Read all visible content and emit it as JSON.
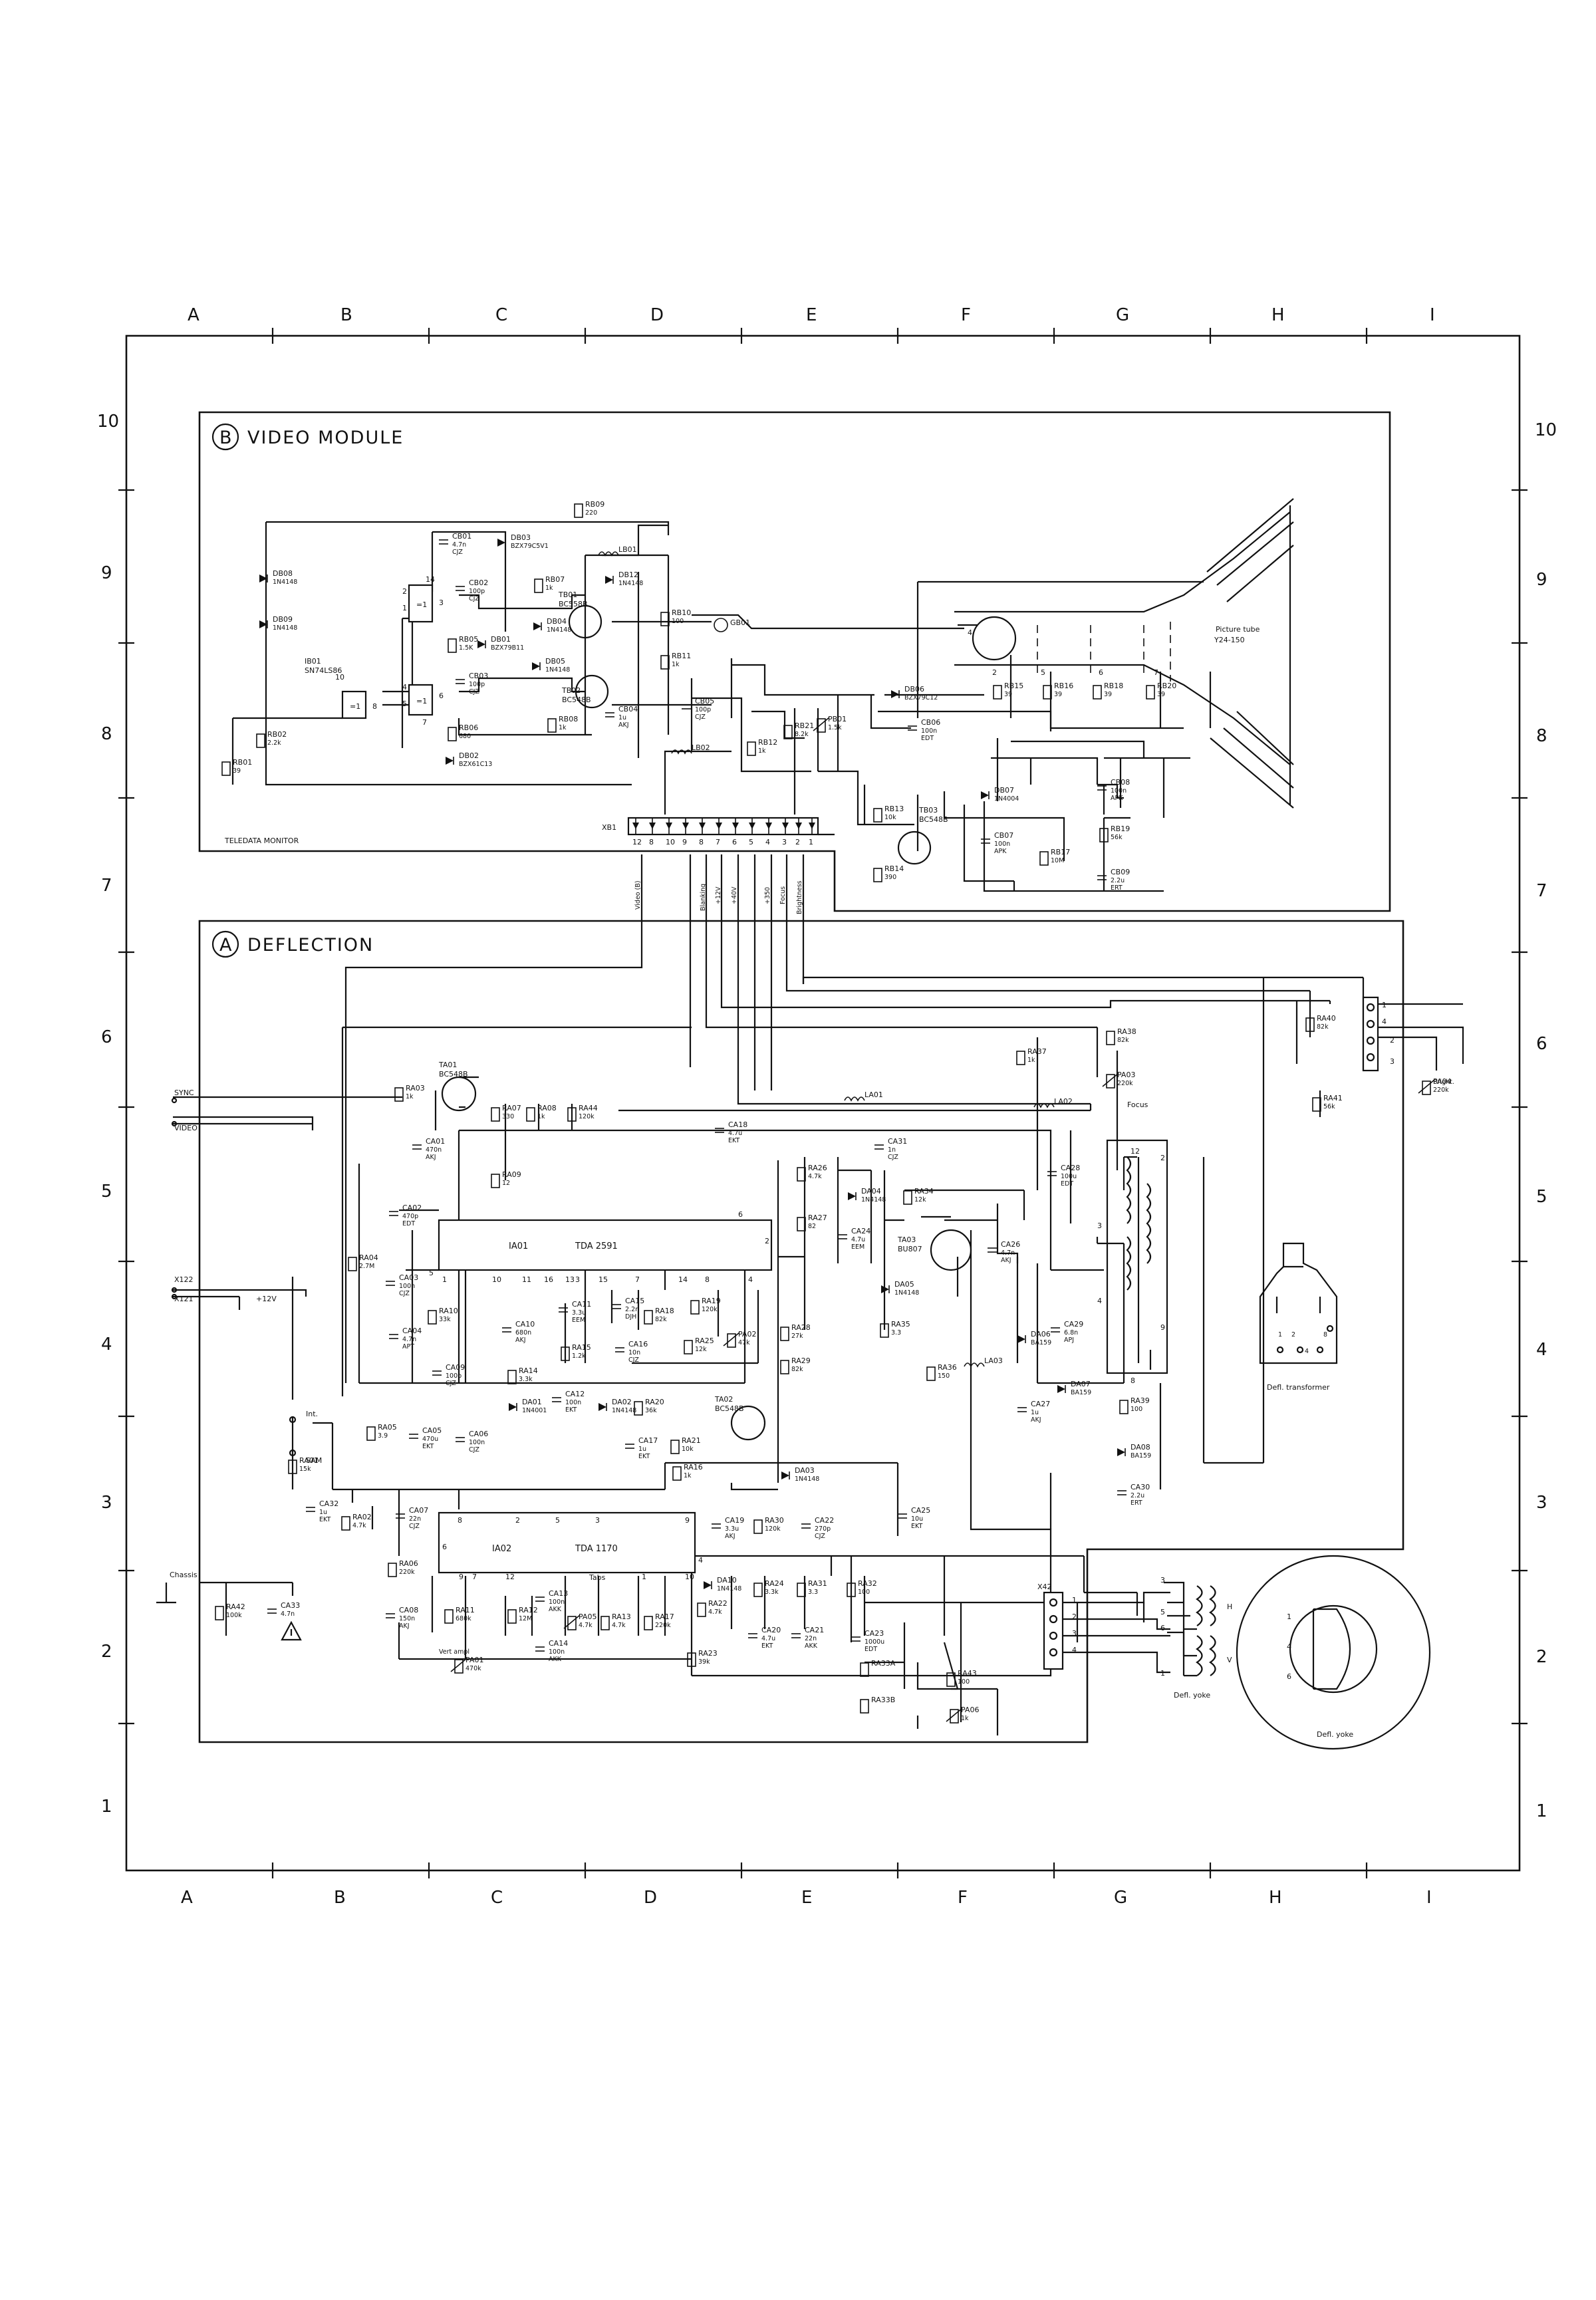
{
  "grid": {
    "columns": [
      "A",
      "B",
      "C",
      "D",
      "E",
      "F",
      "G",
      "H",
      "I"
    ],
    "rows": [
      "10",
      "9",
      "8",
      "7",
      "6",
      "5",
      "4",
      "3",
      "2",
      "1"
    ]
  },
  "modules": {
    "video": {
      "letter": "B",
      "title": "VIDEO MODULE",
      "footer": "TELEDATA MONITOR"
    },
    "deflection": {
      "letter": "A",
      "title": "DEFLECTION"
    }
  },
  "ics": [
    {
      "ref": "IB01",
      "part": "SN74LS86"
    },
    {
      "ref": "IA01",
      "part": "TDA 2591"
    },
    {
      "ref": "IA02",
      "part": "TDA 1170"
    }
  ],
  "transistors": [
    {
      "ref": "TB01",
      "part": "BC558B"
    },
    {
      "ref": "TB02",
      "part": "BC548B"
    },
    {
      "ref": "TB03",
      "part": "BC548B"
    },
    {
      "ref": "TA01",
      "part": "BC548B"
    },
    {
      "ref": "TA02",
      "part": "BC548B"
    },
    {
      "ref": "TA03",
      "part": "BU807"
    }
  ],
  "video_components": [
    {
      "ref": "RB09",
      "value": "220"
    },
    {
      "ref": "CB01",
      "value": "4.7n",
      "note": "CJZ"
    },
    {
      "ref": "DB03",
      "value": "BZX79C5V1"
    },
    {
      "ref": "LB01",
      "value": ""
    },
    {
      "ref": "DB08",
      "value": "1N4148"
    },
    {
      "ref": "DB09",
      "value": "1N4148"
    },
    {
      "ref": "CB02",
      "value": "100p",
      "note": "CJZ"
    },
    {
      "ref": "RB07",
      "value": "1k"
    },
    {
      "ref": "DB12",
      "value": "1N4148"
    },
    {
      "ref": "DB04",
      "value": "1N4148"
    },
    {
      "ref": "RB05",
      "value": "1.5K"
    },
    {
      "ref": "DB01",
      "value": "BZX79B11"
    },
    {
      "ref": "DB05",
      "value": "1N4148"
    },
    {
      "ref": "CB03",
      "value": "100p",
      "note": "CJZ"
    },
    {
      "ref": "RB10",
      "value": "100"
    },
    {
      "ref": "GB01",
      "value": ""
    },
    {
      "ref": "RB11",
      "value": "1k"
    },
    {
      "ref": "CB04",
      "value": "1u",
      "note": "AKJ"
    },
    {
      "ref": "RB06",
      "value": "680"
    },
    {
      "ref": "DB02",
      "value": "BZX61C13"
    },
    {
      "ref": "RB08",
      "value": "1k"
    },
    {
      "ref": "RB02",
      "value": "2.2k"
    },
    {
      "ref": "RB01",
      "value": "39"
    },
    {
      "ref": "CB05",
      "value": "100p",
      "note": "CJZ"
    },
    {
      "ref": "LB02",
      "value": ""
    },
    {
      "ref": "RB12",
      "value": "1k"
    },
    {
      "ref": "RB21",
      "value": "8.2k"
    },
    {
      "ref": "PB01",
      "value": "1.5k"
    },
    {
      "ref": "DB06",
      "value": "BZX79C12"
    },
    {
      "ref": "CB06",
      "value": "100n",
      "note": "EDT"
    },
    {
      "ref": "RB15",
      "value": "39"
    },
    {
      "ref": "RB16",
      "value": "39"
    },
    {
      "ref": "RB18",
      "value": "39"
    },
    {
      "ref": "RB20",
      "value": "39"
    },
    {
      "ref": "DB07",
      "value": "1N4004"
    },
    {
      "ref": "CB08",
      "value": "100n",
      "note": "APK"
    },
    {
      "ref": "RB13",
      "value": "10k"
    },
    {
      "ref": "CB07",
      "value": "100n",
      "note": "APK"
    },
    {
      "ref": "RB17",
      "value": "10M"
    },
    {
      "ref": "RB19",
      "value": "56k"
    },
    {
      "ref": "RB14",
      "value": "390"
    },
    {
      "ref": "CB09",
      "value": "2.2u",
      "note": "ERT"
    }
  ],
  "picture_tube": {
    "label": "Picture tube",
    "part": "Y24-150"
  },
  "connector_xb1": {
    "ref": "XB1",
    "pins": [
      "12",
      "8",
      "10",
      "9",
      "8",
      "7",
      "6",
      "5",
      "4",
      "3",
      "2",
      "1"
    ],
    "signals": [
      "Video (B)",
      "Blanking",
      "+12V",
      "+40V",
      "+350",
      "Focus",
      "Brightness"
    ]
  },
  "deflection_components": [
    {
      "ref": "RA03",
      "value": "1k"
    },
    {
      "ref": "RA07",
      "value": "330"
    },
    {
      "ref": "RA08",
      "value": "1k"
    },
    {
      "ref": "RA44",
      "value": "120k"
    },
    {
      "ref": "CA01",
      "value": "470n",
      "note": "AKJ"
    },
    {
      "ref": "CA18",
      "value": "4.7u",
      "note": "EKT"
    },
    {
      "ref": "LA01",
      "value": ""
    },
    {
      "ref": "LA02",
      "value": ""
    },
    {
      "ref": "CA31",
      "value": "1n",
      "note": "CJZ"
    },
    {
      "ref": "RA09",
      "value": "12"
    },
    {
      "ref": "RA26",
      "value": "4.7k"
    },
    {
      "ref": "DA04",
      "value": "1N4148"
    },
    {
      "ref": "RA34",
      "value": "12k"
    },
    {
      "ref": "CA02",
      "value": "470p",
      "note": "EDT"
    },
    {
      "ref": "RA04",
      "value": "2.7M"
    },
    {
      "ref": "CA03",
      "value": "100n",
      "note": "CJZ"
    },
    {
      "ref": "RA27",
      "value": "82"
    },
    {
      "ref": "CA24",
      "value": "4.7u",
      "note": "EEM"
    },
    {
      "ref": "CA26",
      "value": "4.7n",
      "note": "AKJ"
    },
    {
      "ref": "DA05",
      "value": "1N4148"
    },
    {
      "ref": "RA35",
      "value": "3.3"
    },
    {
      "ref": "RA10",
      "value": "33k"
    },
    {
      "ref": "CA04",
      "value": "4.7n",
      "note": "APT"
    },
    {
      "ref": "CA10",
      "value": "680n",
      "note": "AKJ"
    },
    {
      "ref": "CA11",
      "value": "3.3u",
      "note": "EEM"
    },
    {
      "ref": "CA15",
      "value": "2.2n",
      "note": "DJH"
    },
    {
      "ref": "RA18",
      "value": "82k"
    },
    {
      "ref": "RA19",
      "value": "120k"
    },
    {
      "ref": "RA28",
      "value": "27k"
    },
    {
      "ref": "RA15",
      "value": "1.2k"
    },
    {
      "ref": "CA16",
      "value": "10n",
      "note": "CJZ"
    },
    {
      "ref": "RA25",
      "value": "12k"
    },
    {
      "ref": "PA02",
      "value": "47k"
    },
    {
      "ref": "RA29",
      "value": "82k"
    },
    {
      "ref": "RA14",
      "value": "3.3k"
    },
    {
      "ref": "CA09",
      "value": "100p",
      "note": "CJZ"
    },
    {
      "ref": "RA36",
      "value": "150"
    },
    {
      "ref": "LA03",
      "value": ""
    },
    {
      "ref": "DA01",
      "value": "1N4001"
    },
    {
      "ref": "CA12",
      "value": "100n",
      "note": "EKT"
    },
    {
      "ref": "DA02",
      "value": "1N4148"
    },
    {
      "ref": "RA20",
      "value": "36k"
    },
    {
      "ref": "RA05",
      "value": "3.9"
    },
    {
      "ref": "CA05",
      "value": "470u",
      "note": "EKT"
    },
    {
      "ref": "CA06",
      "value": "100n",
      "note": "CJZ"
    },
    {
      "ref": "CA17",
      "value": "1u",
      "note": "EKT"
    },
    {
      "ref": "RA21",
      "value": "10k"
    },
    {
      "ref": "RA01",
      "value": "15k"
    },
    {
      "ref": "RA16",
      "value": "1k"
    },
    {
      "ref": "DA03",
      "value": "1N4148"
    },
    {
      "ref": "CA32",
      "value": "1u",
      "note": "EKT"
    },
    {
      "ref": "RA02",
      "value": "4.7k"
    },
    {
      "ref": "CA07",
      "value": "22n",
      "note": "CJZ"
    },
    {
      "ref": "CA19",
      "value": "3.3u",
      "note": "AKJ"
    },
    {
      "ref": "RA30",
      "value": "120k"
    },
    {
      "ref": "CA22",
      "value": "270p",
      "note": "CJZ"
    },
    {
      "ref": "CA25",
      "value": "10u",
      "note": "EKT"
    },
    {
      "ref": "RA06",
      "value": "220k"
    },
    {
      "ref": "CA08",
      "value": "150n",
      "note": "AKJ"
    },
    {
      "ref": "RA11",
      "value": "680k"
    },
    {
      "ref": "RA12",
      "value": "12M"
    },
    {
      "ref": "CA13",
      "value": "100n",
      "note": "AKK"
    },
    {
      "ref": "PA05",
      "value": "4.7k"
    },
    {
      "ref": "RA13",
      "value": "4.7k"
    },
    {
      "ref": "RA17",
      "value": "220k"
    },
    {
      "ref": "CA14",
      "value": "100n",
      "note": "AKK"
    },
    {
      "ref": "PA01",
      "value": "470k"
    },
    {
      "ref": "DA10",
      "value": "1N4148"
    },
    {
      "ref": "RA22",
      "value": "4.7k"
    },
    {
      "ref": "RA24",
      "value": "3.3k"
    },
    {
      "ref": "RA31",
      "value": "3.3"
    },
    {
      "ref": "RA32",
      "value": "100"
    },
    {
      "ref": "CA20",
      "value": "4.7u",
      "note": "EKT"
    },
    {
      "ref": "CA21",
      "value": "22n",
      "note": "AKK"
    },
    {
      "ref": "CA23",
      "value": "1000u",
      "note": "EDT"
    },
    {
      "ref": "RA23",
      "value": "39k"
    },
    {
      "ref": "RA33A",
      "value": ""
    },
    {
      "ref": "RA33B",
      "value": ""
    },
    {
      "ref": "RA43",
      "value": "100"
    },
    {
      "ref": "PA06",
      "value": "1k"
    },
    {
      "ref": "RA42",
      "value": "100k"
    },
    {
      "ref": "CA33",
      "value": "4.7n"
    },
    {
      "ref": "RA37",
      "value": "1k"
    },
    {
      "ref": "RA38",
      "value": "82k"
    },
    {
      "ref": "PA03",
      "value": "220k"
    },
    {
      "ref": "CA28",
      "value": "100u",
      "note": "EDT"
    },
    {
      "ref": "LA04",
      "value": ""
    },
    {
      "ref": "DA06",
      "value": "BA159"
    },
    {
      "ref": "CA29",
      "value": "6.8n",
      "note": "APJ"
    },
    {
      "ref": "CA27",
      "value": "1u",
      "note": "AKJ"
    },
    {
      "ref": "DA07",
      "value": "BA159"
    },
    {
      "ref": "RA39",
      "value": "100"
    },
    {
      "ref": "DA08",
      "value": "BA159"
    },
    {
      "ref": "CA30",
      "value": "2.2u",
      "note": "ERT"
    },
    {
      "ref": "RA40",
      "value": "82k"
    },
    {
      "ref": "RA41",
      "value": "56k"
    },
    {
      "ref": "PA04",
      "value": "220k"
    }
  ],
  "inputs": {
    "sync": "SYNC",
    "video": "VIDEO",
    "x122": "X122",
    "x121": "X121",
    "supply": "+12V",
    "chassis": "Chassis",
    "int": "Int.",
    "sam": "SAM",
    "tabs": "Tabs",
    "vert_ampl": "Vert ampl",
    "focus": "Focus",
    "bright": "Bright."
  },
  "connectors": {
    "x42": "X42"
  },
  "labels": {
    "defl_transformer": "Defl. transformer",
    "defl_yoke": "Defl. yoke",
    "defl_yoke_2": "Defl. yoke",
    "h": "H",
    "v": "V"
  }
}
